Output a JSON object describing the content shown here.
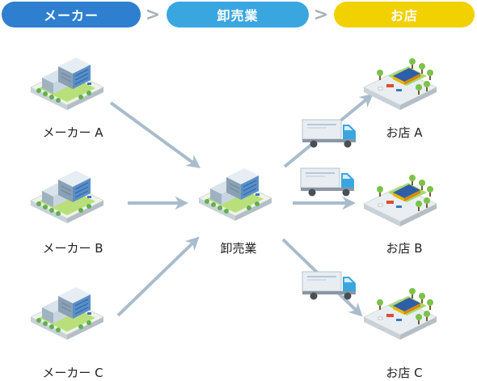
{
  "header": {
    "steps": [
      {
        "label": "メーカー",
        "color": "#2f7fd0"
      },
      {
        "label": "卸売業",
        "color": "#3aa6e0"
      },
      {
        "label": "お店",
        "color": "#f2d100"
      }
    ],
    "separator": ">"
  },
  "makers": [
    {
      "label": "メーカー A"
    },
    {
      "label": "メーカー B"
    },
    {
      "label": "メーカー C"
    }
  ],
  "wholesaler": {
    "label": "卸売業"
  },
  "shops": [
    {
      "label": "お店 A"
    },
    {
      "label": "お店 B"
    },
    {
      "label": "お店 C"
    }
  ],
  "colors": {
    "arrow": "#a9bccb",
    "truck_body": "#e8edf2",
    "truck_cab": "#3aa6e0"
  },
  "icons": {
    "factory": "factory-building-icon",
    "warehouse": "wholesale-building-icon",
    "shop": "shop-building-icon",
    "truck": "delivery-truck-icon"
  }
}
